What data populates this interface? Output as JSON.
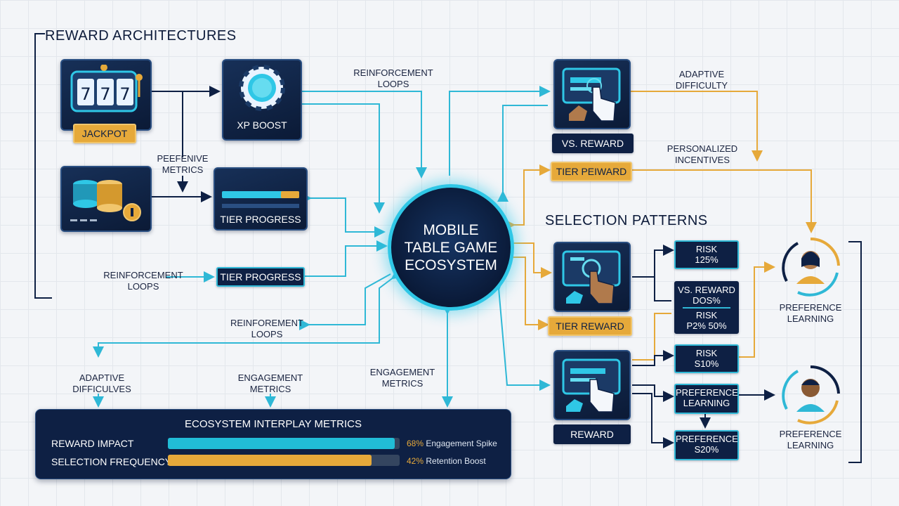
{
  "sections": {
    "reward_architectures": "REWARD ARCHITECTURES",
    "selection_patterns": "SELECTION PATTERNS"
  },
  "hub": {
    "title": "MOBILE\nTABLE GAME\nECOSYSTEM"
  },
  "tiles": {
    "jackpot": "JACKPOT",
    "xp_boost": "XP BOOST",
    "tier_progress_card": "TIER PROGRESS",
    "tier_progress_tag": "TIER PROGRESS",
    "vs_reward_top": "VS. REWARD",
    "tier_peiward": "TIER PEIWARD",
    "tier_reward": "TIER REWARD",
    "reward": "REWARD"
  },
  "labels": {
    "reinforcement_loops_top": "REINFORCEMENT\nLOOPS",
    "preferive_metrics": "PEEFENIVE\nMETRICS",
    "reinforcement_loops_left": "REINFORCEMENT\nLOOPS",
    "reinforement_loops": "REINFOREMENT\nLOOPS",
    "adaptive_difficulty": "ADAPTIVE\nDIFFICULTY",
    "personalized_incentives": "PERSONALIZED\nINCENTIVES",
    "adaptive_difficulves": "ADAPTIVE\nDIFFICULVES",
    "engagement_metrics_1": "ENGAGEMENT\nMETRICS",
    "engagement_metrics_2": "ENGAGEMENT\nMETRICS",
    "preference_learning_1": "PREFERENCE\nLEARNING",
    "preference_learning_2": "PREFERENCE\nLEARNING"
  },
  "selection_boxes": {
    "risk_1": {
      "line1": "RISK",
      "line2": "125%"
    },
    "vs_reward": {
      "line1": "VS. REWARD",
      "line2": "DOS%"
    },
    "risk_2": {
      "line1": "RISK",
      "line2": "P2% 50%"
    },
    "risk_3": {
      "line1": "RISK",
      "line2": "S10%"
    },
    "preference_learning": {
      "line1": "PREFERENCE",
      "line2": "LEARNING"
    },
    "preference_520": {
      "line1": "PREFERENCE",
      "line2": "S20%"
    }
  },
  "metrics_panel": {
    "title": "ECOSYSTEM INTERPLAY METRICS",
    "rows": [
      {
        "label": "REWARD IMPACT",
        "value": 0.98,
        "pct": "68%",
        "note": "Engagement Spike",
        "color": "#21bcd6"
      },
      {
        "label": "SELECTION FREQUENCY",
        "value": 0.88,
        "pct": "42%",
        "note": "Retention Boost",
        "color": "#e6a93a"
      }
    ]
  },
  "colors": {
    "navy": "#0e2044",
    "cyan": "#2fb8d6",
    "gold": "#e6a93a",
    "slate": "#1a2a4a"
  },
  "icons": [
    "slot-machine-icon",
    "poker-chip-icon",
    "chip-stack-icon",
    "coin-icon",
    "tablet-tap-icon",
    "player-avatar-icon",
    "refresh-cycle-icon"
  ]
}
